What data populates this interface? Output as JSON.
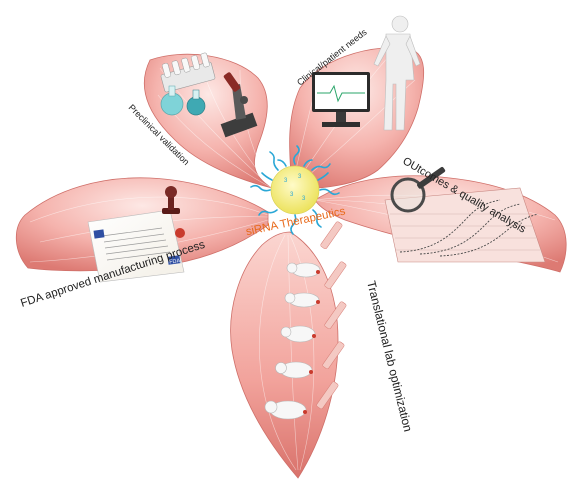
{
  "center": {
    "title_part1": "siRNA",
    "title_part2": " Therapeutics",
    "title_color": "#e86a1c"
  },
  "petals": {
    "preclinical": {
      "label": "Preclinical validation"
    },
    "clinical": {
      "label": "Clinical/patient needs"
    },
    "outcomes": {
      "label": "OUtcomes & quality analysis"
    },
    "fda": {
      "label": "FDA approved manufacturing process"
    },
    "translational": {
      "label": "Translational lab optimization"
    }
  },
  "colors": {
    "petal_light": "#fbdcd8",
    "petal_mid": "#f3a8a2",
    "petal_dark": "#d8716b",
    "nanoparticle": "#f5ee7a",
    "sirna_strand": "#2aa7d6"
  },
  "icons": {
    "preclinical": "lab-glassware-microscope-icon",
    "clinical": "patient-monitor-icon",
    "outcomes": "magnifier-graph-icon",
    "fda": "fda-document-stamp-icon",
    "translational": "mice-syringe-icon",
    "center": "nanoparticle-icon"
  }
}
